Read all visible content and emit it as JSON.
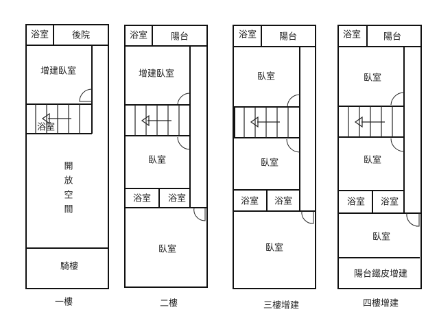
{
  "floors": [
    {
      "caption": "一樓",
      "rooms": {
        "bath_top": "浴室",
        "rear": "後院",
        "bedroom_ext": "增建臥室",
        "bath_stair": "浴室",
        "open_space": [
          "開",
          "放",
          "空",
          "間"
        ],
        "arcade": "騎樓"
      }
    },
    {
      "caption": "二樓",
      "rooms": {
        "bath_top": "浴室",
        "balcony": "陽台",
        "bedroom_ext": "增建臥室",
        "bedroom_mid": "臥室",
        "bath_left": "浴室",
        "bath_right": "浴室",
        "bedroom_front": "臥室"
      }
    },
    {
      "caption": "三樓增建",
      "rooms": {
        "bath_top": "浴室",
        "balcony": "陽台",
        "bedroom_back": "臥室",
        "bedroom_mid": "臥室",
        "bath_left": "浴室",
        "bath_right": "浴室",
        "bedroom_front": "臥室"
      }
    },
    {
      "caption": "四樓增建",
      "rooms": {
        "bath_top": "浴室",
        "balcony": "陽台",
        "bedroom_back": "臥室",
        "bedroom_mid": "臥室",
        "bath_left": "浴室",
        "bath_right": "浴室",
        "bedroom_front": "臥室",
        "balcony_ext": "陽台鐵皮增建"
      }
    }
  ]
}
